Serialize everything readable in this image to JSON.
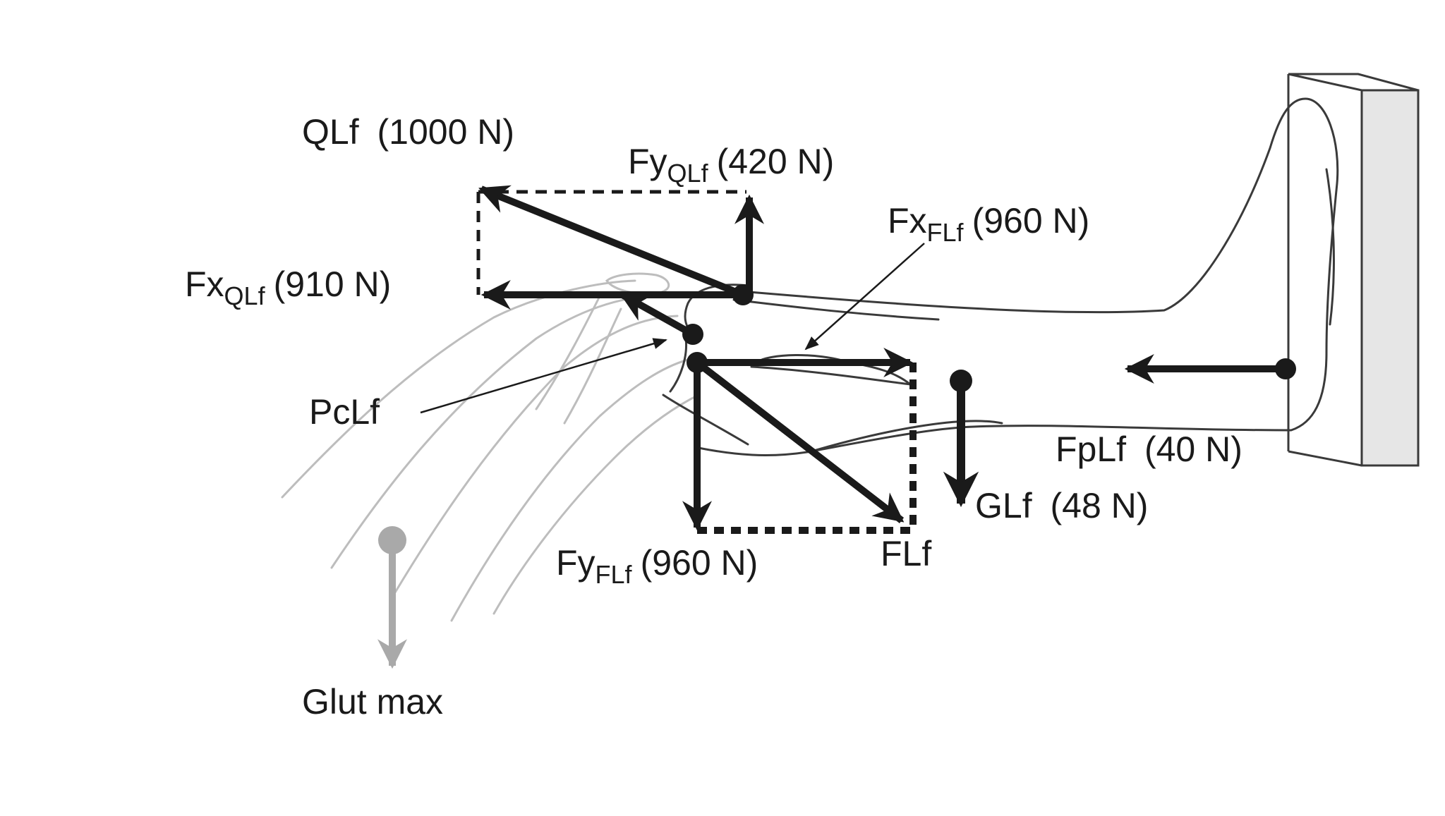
{
  "forces": {
    "qlf": {
      "name": "QLf",
      "value": "(1000 N)"
    },
    "fy_qlf": {
      "main": "Fy",
      "sub": "QLf",
      "value": "(420 N)"
    },
    "fx_flf": {
      "main": "Fx",
      "sub": "FLf",
      "value": "(960 N)"
    },
    "fx_qlf": {
      "main": "Fx",
      "sub": "QLf",
      "value": "(910 N)"
    },
    "pclf": {
      "name": "PcLf"
    },
    "fplf": {
      "name": "FpLf",
      "value": "(40 N)"
    },
    "glf": {
      "name": "GLf",
      "value": "(48 N)"
    },
    "fy_flf": {
      "main": "Fy",
      "sub": "FLf",
      "value": "(960 N)"
    },
    "flf": {
      "name": "FLf"
    },
    "glut": {
      "name": "Glut max"
    }
  },
  "colors": {
    "ink": "#1a1a1a",
    "outline": "#3a3a3a",
    "thigh": "#bdbdbd",
    "glut_arrow": "#a9a9a9",
    "wall_front": "#ffffff",
    "wall_side": "#e6e6e6"
  }
}
